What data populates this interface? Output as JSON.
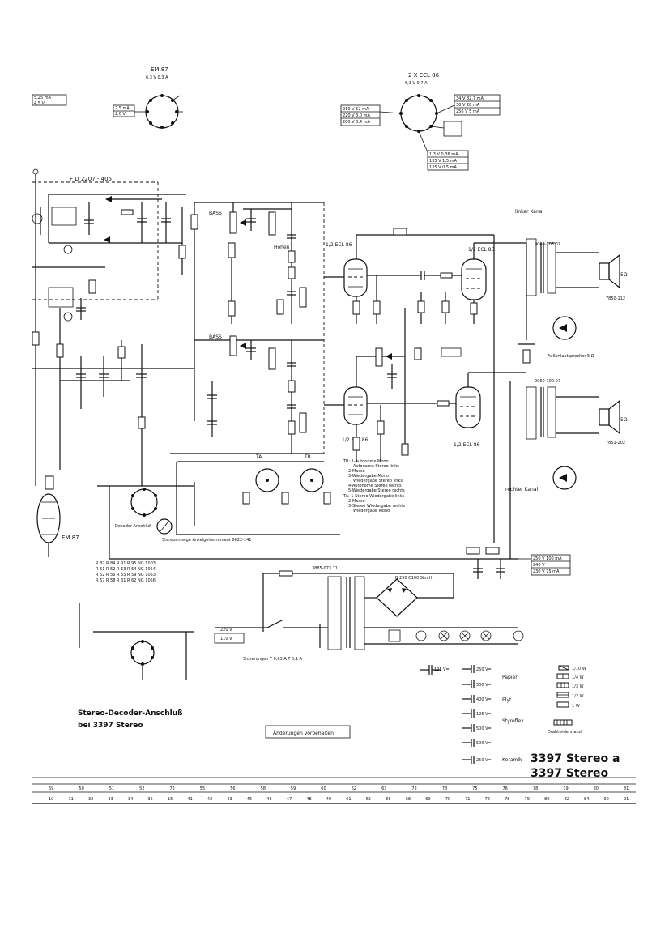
{
  "tubes": {
    "em87_top": {
      "name": "EM 87",
      "ratings": "6,3 V   0,3 A"
    },
    "ecl86_top": {
      "name": "2 X ECL 86",
      "ratings": "6,3 V   0,7 A"
    },
    "em87_bottom": "EM 87",
    "ecl86_labels": [
      "1/2 ECL 86",
      "1/2 ECL 86",
      "1/2 ECL 86",
      "1/2 ECL 86"
    ]
  },
  "top_left_readings": [
    "5,25 mA",
    "4,5 V"
  ],
  "em87_readings": [
    "2,5 mA",
    "2,0 V"
  ],
  "ecl86_left_readings": [
    "210 V  52 mA",
    "220 V  3,0 mA",
    "200 V  3,4 mA"
  ],
  "ecl86_right_readings": [
    "34 V  32,7 mA",
    "36 V  28 mA",
    "256 V  5 mA"
  ],
  "ecl86_bottom_readings": [
    "1,3 V  0,36 mA",
    "135 V  1,5 mA",
    "135 V  0,5 mA"
  ],
  "blocks": {
    "fd": "F D  2207 - 405",
    "outputs_left_channel": "linker Kanal",
    "outputs_right_channel": "rechter Kanal",
    "transformer_left": "9060-103.07",
    "transformer_right": "9060-100.07",
    "mains_transformer": "3885-073.71",
    "rectifier": "B 250 C100 Sim.H",
    "speaker_left": "7850-112",
    "speaker_right": "7851-202",
    "ext_speaker": "Außenlautsprecher 5 Ω",
    "decoder_connection": "Decoder-Anschluß",
    "stereo_meter": "Stereoanzeige Anzeigeinstrument 8622-141",
    "fuses": "Sicherungen T 0,63 A  T 0,1 A",
    "volt_220": "220 V",
    "volt_110": "110 V",
    "bass_labels": [
      "BASS",
      "BASS"
    ],
    "treble_label": "Höhen",
    "switch_names": [
      "TA",
      "TB"
    ]
  },
  "switch_legend": [
    "TB: 1-Autonome Mono",
    "Autonome Stereo links",
    "2-Masse",
    "3-Wiedergabe Mono",
    "Wiedergabe Stereo links",
    "4-Autonome Stereo rechts",
    "5-Wiedergabe Stereo rechts",
    "TA: 1-Stereo Wiedergabe links",
    "2-Masse",
    "3-Stereo Wiedergabe rechts",
    "Wiedergabe Mono"
  ],
  "parts_table_left": [
    "R 82  R 84  R 91  R 95   NG 1003",
    "R 51  R 52  R 53  R 54   NG 1054",
    "R 52  R 56  R 55  R 59   NG 1053",
    "R 57  R 58  R 61  R 62   NG 1056"
  ],
  "power_readings": [
    "250 V  100 mA",
    "240 V",
    "230 V  75 mA"
  ],
  "capacitor_legend": {
    "voltages": [
      "125 V=",
      "250 V=",
      "500 V=",
      "400 V=",
      "125 V=",
      "500 V=",
      "500 V=",
      "250 V="
    ],
    "groups": [
      "Papier",
      "Elyt",
      "Styroflex",
      "Keramik"
    ]
  },
  "resistor_legend": {
    "ratings": [
      "1/10 W",
      "1/4 W",
      "1/3 W",
      "1/2 W",
      "1 W"
    ],
    "wirewound": "Drahtwiderstand"
  },
  "footer": {
    "stereo_decoder": "Stereo-Decoder-Anschluß",
    "bei_model": "bei 3397 Stereo",
    "changes": "Änderungen vorbehalten",
    "model_a": "3397 Stereo a",
    "model_b": "3397   Stereo"
  },
  "index_row1": [
    "69",
    "50",
    "51",
    "52",
    "72",
    "55",
    "56",
    "58",
    "59",
    "60",
    "62",
    "63",
    "72",
    "73",
    "75",
    "76",
    "78",
    "79",
    "80",
    "81"
  ],
  "index_row2": [
    "10",
    "11",
    "32",
    "33",
    "34",
    "35",
    "15",
    "41",
    "42",
    "43",
    "45",
    "46",
    "47",
    "48",
    "49",
    "61",
    "65",
    "66",
    "68",
    "69",
    "70",
    "71",
    "72",
    "78",
    "79",
    "80",
    "82",
    "84",
    "90",
    "91"
  ]
}
